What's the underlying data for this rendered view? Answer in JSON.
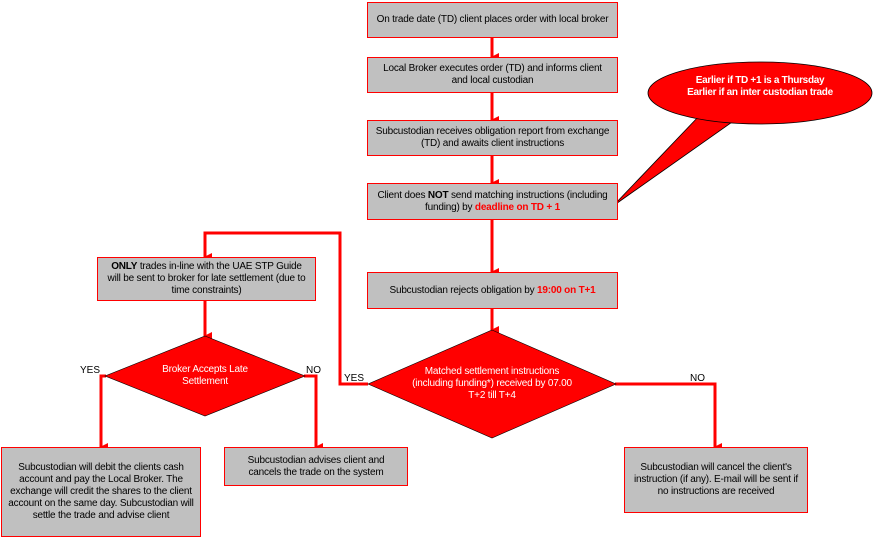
{
  "colors": {
    "box_fill": "#c0c0c0",
    "accent": "#ff0000",
    "connector": "#ff0000",
    "text": "#000000"
  },
  "steps": {
    "trade_date_order": "On trade date (TD) client places order with local broker",
    "broker_executes": "Local Broker executes order (TD) and informs client and local custodian",
    "obligation_report": "Subcustodian receives obligation report from exchange (TD) and awaits client instructions",
    "no_matching": {
      "prefix": "Client does ",
      "emphasis": "NOT",
      "middle": " send matching instructions (including funding) by ",
      "highlight": "deadline on TD + 1"
    },
    "rejects_obligation": {
      "prefix": "Subcustodian rejects obligation by ",
      "highlight": "19:00 on T+1"
    },
    "only_trades": {
      "emphasis": "ONLY",
      "rest": " trades in-line with the UAE STP Guide will be sent to broker for late settlement (due to time constraints)"
    },
    "debit_and_settle": "Subcustodian will debit the clients cash account and pay the Local Broker. The exchange will credit the shares to the client account on the same day. Subcustodian will settle the trade and advise client",
    "advise_cancel": "Subcustodian advises client and cancels the trade on the system",
    "cancel_instruction": "Subcustodian will cancel the client's instruction (if any). E-mail will be sent if no instructions are received"
  },
  "decisions": {
    "broker_accepts": "Broker Accepts Late Settlement",
    "matched_instructions": "Matched settlement instructions (including funding*) received by 07.00 T+2 till T+4"
  },
  "labels": {
    "yes": "YES",
    "no": "NO"
  },
  "callout": {
    "line1": "Earlier if TD +1 is a Thursday",
    "line2": "Earlier if an inter custodian trade"
  }
}
